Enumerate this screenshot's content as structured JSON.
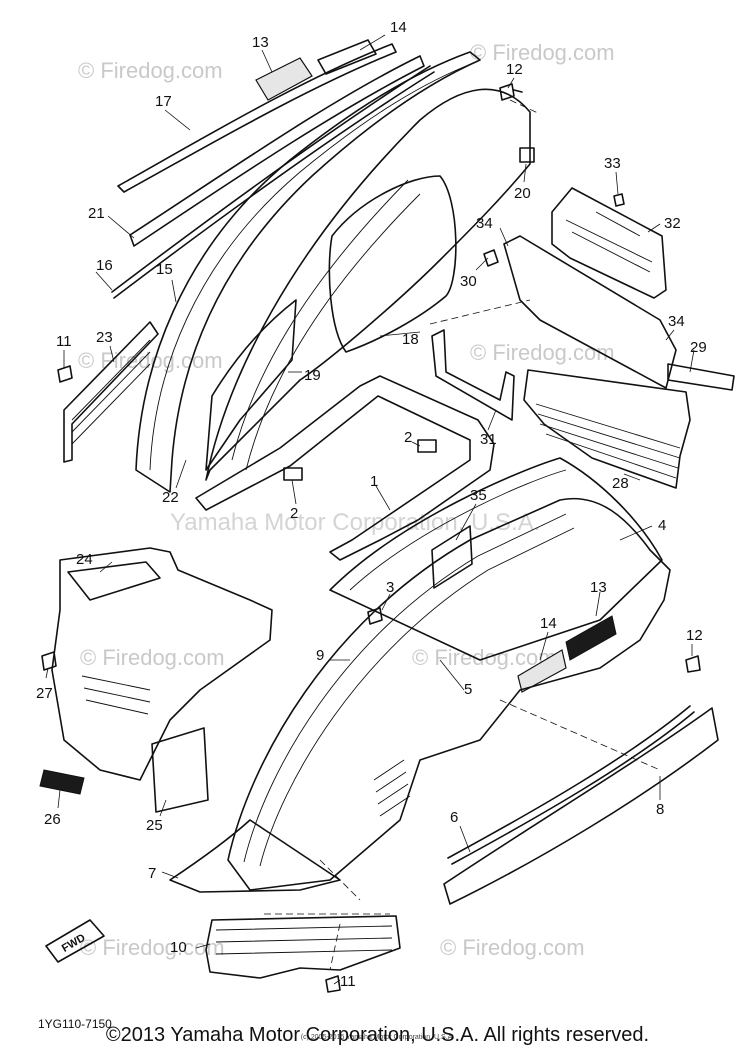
{
  "watermarks": {
    "brand": "© Firedog.com",
    "center": "Yamaha Motor Corporation, U.S.A."
  },
  "callouts": [
    "14",
    "13",
    "12",
    "17",
    "20",
    "33",
    "21",
    "32",
    "34",
    "30",
    "16",
    "15",
    "18",
    "34",
    "29",
    "11",
    "23",
    "19",
    "2",
    "22",
    "2",
    "1",
    "31",
    "28",
    "35",
    "4",
    "24",
    "3",
    "13",
    "12",
    "14",
    "9",
    "27",
    "5",
    "26",
    "25",
    "8",
    "6",
    "7",
    "10",
    "11"
  ],
  "fwd_label": "FWD",
  "part_code": "1YG110-7150",
  "small_copyright": "(c) 2005-2015 Yamaha Motor Corporation, U.S.A.",
  "footer_copyright": "©2013 Yamaha Motor Corporation, U.S.A. All rights reserved."
}
